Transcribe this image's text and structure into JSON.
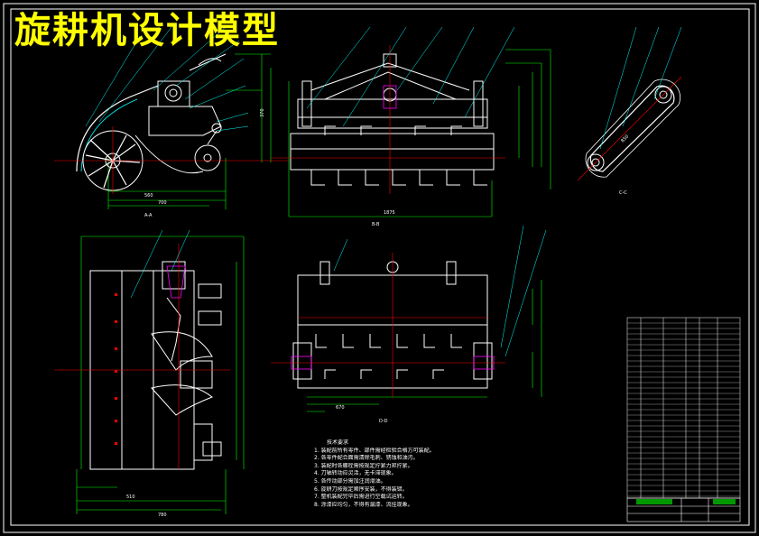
{
  "title": "旋耕机设计模型",
  "colors": {
    "background": "#000000",
    "outline": "#ffffff",
    "dimension": "#00ff00",
    "centerline": "#ff0000",
    "leader": "#00ffff",
    "title": "#ffff00",
    "hatch": "#ff00ff"
  },
  "notes": {
    "heading": "技术要求",
    "lines": [
      "1. 装配前所有零件、部件需经检验合格方可装配。",
      "2. 各零件配合面需清除毛刺、锈蚀和油污。",
      "3. 装配时各螺栓需按规定拧紧力矩拧紧。",
      "4. 刀轴转动应灵活，无卡滞现象。",
      "5. 各传动部分需加注润滑油。",
      "6. 旋耕刀按规定顺序安装，不得装错。",
      "7. 整机装配完毕后需进行空载试运转。",
      "8. 涂漆应均匀，不得有漏漆、流挂现象。"
    ]
  }
}
